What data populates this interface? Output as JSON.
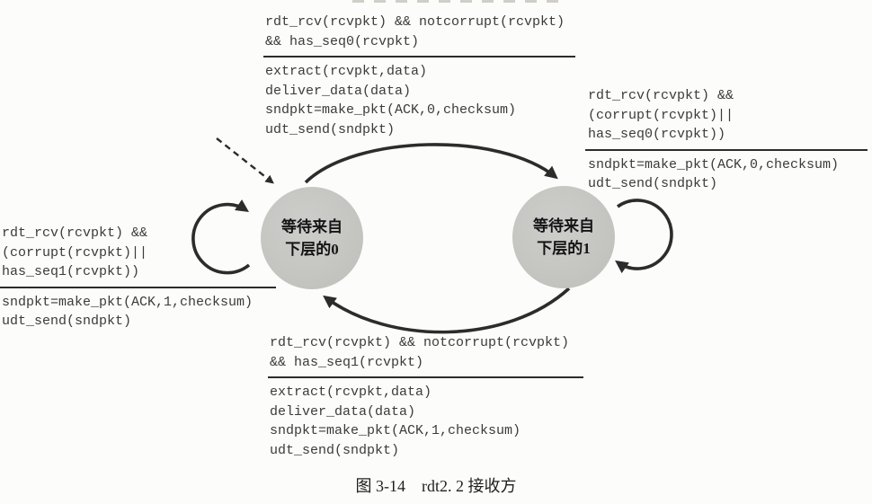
{
  "figure": {
    "caption": "图 3-14　rdt2. 2 接收方"
  },
  "states": [
    {
      "id": "wait0",
      "label_line1": "等待来自",
      "label_line2": "下层的0"
    },
    {
      "id": "wait1",
      "label_line1": "等待来自",
      "label_line2": "下层的1"
    }
  ],
  "transitions": {
    "top": {
      "from": "wait0",
      "to": "wait1",
      "condition": [
        "rdt_rcv(rcvpkt) && notcorrupt(rcvpkt)",
        "&& has_seq0(rcvpkt)"
      ],
      "actions": [
        "extract(rcvpkt,data)",
        "deliver_data(data)",
        "sndpkt=make_pkt(ACK,0,checksum)",
        "udt_send(sndpkt)"
      ]
    },
    "right_self": {
      "from": "wait1",
      "to": "wait1",
      "condition": [
        "rdt_rcv(rcvpkt) &&",
        "(corrupt(rcvpkt)||",
        "has_seq0(rcvpkt))"
      ],
      "actions": [
        "sndpkt=make_pkt(ACK,0,checksum)",
        "udt_send(sndpkt)"
      ]
    },
    "left_self": {
      "from": "wait0",
      "to": "wait0",
      "condition": [
        "rdt_rcv(rcvpkt) &&",
        "(corrupt(rcvpkt)||",
        "has_seq1(rcvpkt))"
      ],
      "actions": [
        "sndpkt=make_pkt(ACK,1,checksum)",
        "udt_send(sndpkt)"
      ]
    },
    "bottom": {
      "from": "wait1",
      "to": "wait0",
      "condition": [
        "rdt_rcv(rcvpkt) && notcorrupt(rcvpkt)",
        "&& has_seq1(rcvpkt)"
      ],
      "actions": [
        "extract(rcvpkt,data)",
        "deliver_data(data)",
        "sndpkt=make_pkt(ACK,1,checksum)",
        "udt_send(sndpkt)"
      ]
    }
  },
  "colors": {
    "state_fill": "#c5c6c2",
    "arrow": "#2c2c2c",
    "code_text": "#3b3b3b",
    "background": "#fcfcfa"
  }
}
